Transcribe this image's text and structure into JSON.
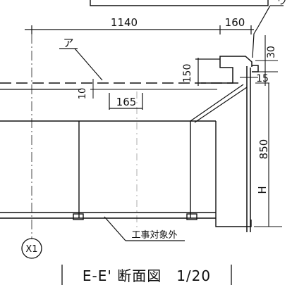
{
  "drawing": {
    "dimensions": {
      "width_main": "1140",
      "width_right": "160",
      "offset_30": "30",
      "offset_15": "15",
      "height_150": "150",
      "gap_10": "10",
      "span_165": "165",
      "height_850": "850",
      "height_h": "H"
    },
    "callouts": {
      "a": "ア",
      "u": "ウ",
      "out_of_scope": "工事対象外"
    },
    "grid_marker": "X1",
    "section_title": "E-E' 断面図　1/20"
  }
}
